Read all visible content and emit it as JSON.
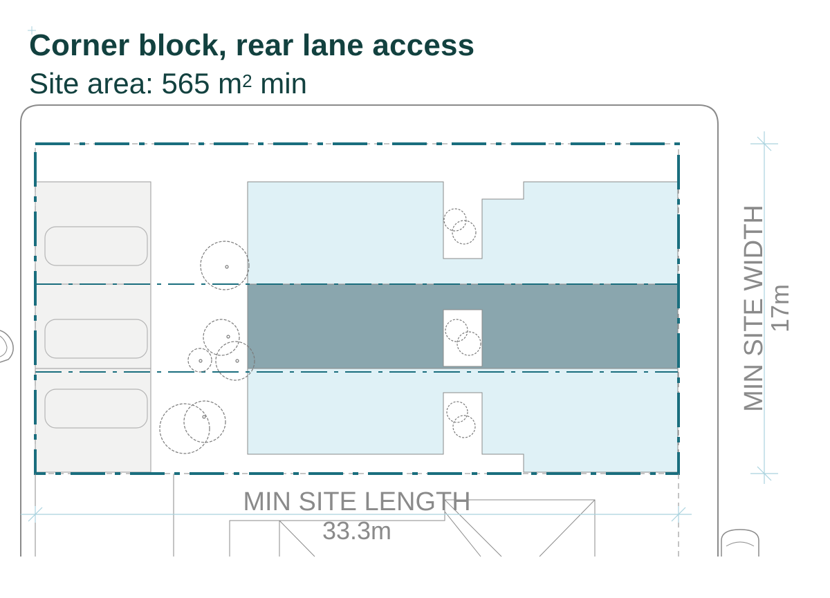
{
  "header": {
    "title": "Corner block, rear lane access",
    "subtitle_prefix": "Site area: 565 m",
    "subtitle_sup": "2",
    "subtitle_suffix": " min"
  },
  "dimensions": {
    "width_label": "MIN SITE WIDTH",
    "width_value": "17m",
    "length_label": "MIN SITE LENGTH",
    "length_value": "33.3m"
  },
  "colors": {
    "title": "#12413f",
    "boundary": "#1a6e7e",
    "light_lot": "#dff1f6",
    "dark_lot": "#8aa6ae",
    "garage": "#f2f2f1",
    "dimension_line": "#a9d2de",
    "dimension_text": "#8a8a8a"
  }
}
